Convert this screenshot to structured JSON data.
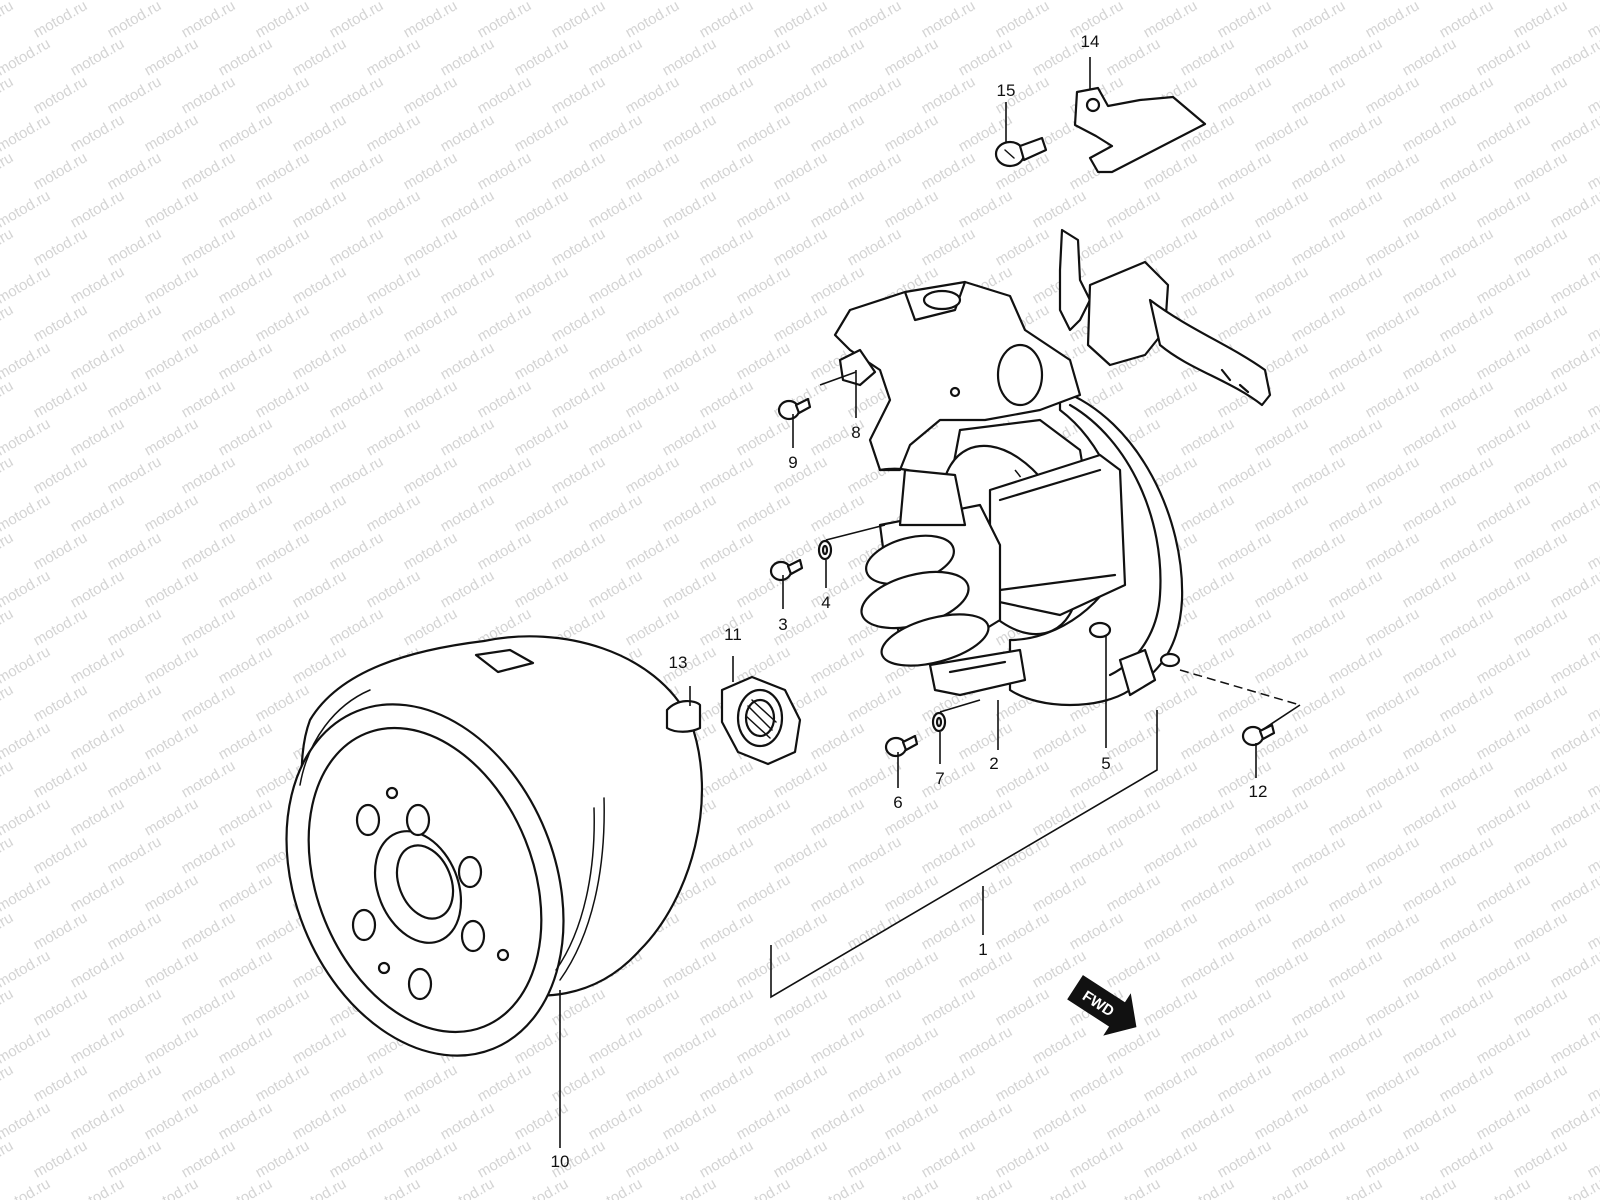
{
  "watermark": {
    "text": "motod.ru",
    "color": "#d4d4d4"
  },
  "diagram": {
    "parts": [
      {
        "id": "1",
        "label": "1"
      },
      {
        "id": "2",
        "label": "2"
      },
      {
        "id": "3",
        "label": "3"
      },
      {
        "id": "4",
        "label": "4"
      },
      {
        "id": "5",
        "label": "5"
      },
      {
        "id": "6",
        "label": "6"
      },
      {
        "id": "7",
        "label": "7"
      },
      {
        "id": "8",
        "label": "8"
      },
      {
        "id": "9",
        "label": "9"
      },
      {
        "id": "10",
        "label": "10"
      },
      {
        "id": "11",
        "label": "11"
      },
      {
        "id": "12",
        "label": "12"
      },
      {
        "id": "13",
        "label": "13"
      },
      {
        "id": "14",
        "label": "14"
      },
      {
        "id": "15",
        "label": "15"
      }
    ],
    "direction_badge": {
      "text": "FWD"
    },
    "colors": {
      "ink": "#111111",
      "background": "#ffffff"
    }
  }
}
